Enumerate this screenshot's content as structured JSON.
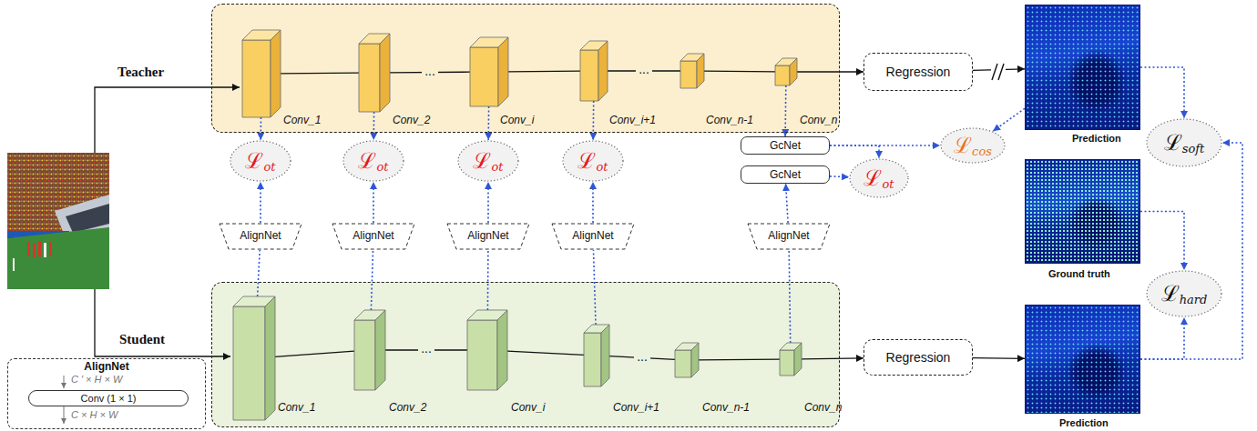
{
  "diagram": {
    "nodes": [
      {
        "text": [
          "Teacher"
        ]
      },
      {
        "text": [
          "Conv_1"
        ],
        "in": 0
      },
      {
        "text": [
          "Conv_2"
        ],
        "in": 0
      },
      {
        "text": [
          "Conv_i"
        ],
        "in": 0
      },
      {
        "text": [
          "Conv_i+1"
        ],
        "in": 0
      },
      {
        "text": [
          "Conv_n-1"
        ],
        "in": 0
      },
      {
        "text": [
          "Conv_n"
        ],
        "in": 0
      },
      {
        "text": [
          "Regression"
        ]
      },
      {
        "text": [
          "Prediction"
        ]
      },
      {
        "text": [
          "ℒ",
          "ot"
        ]
      },
      {
        "text": [
          "ℒ",
          "ot"
        ]
      },
      {
        "text": [
          "ℒ",
          "ot"
        ]
      },
      {
        "text": [
          "ℒ",
          "ot"
        ]
      },
      {
        "text": [
          "GcNet"
        ]
      },
      {
        "text": [
          "GcNet"
        ]
      },
      {
        "text": [
          "ℒ",
          "ot"
        ]
      },
      {
        "text": [
          "ℒ",
          "cos"
        ]
      },
      {
        "text": [
          "ℒ",
          "soft"
        ]
      },
      {
        "text": [
          "Ground truth"
        ]
      },
      {
        "text": [
          "ℒ",
          "hard"
        ]
      },
      {
        "text": [
          "AlignNet"
        ]
      },
      {
        "text": [
          "AlignNet"
        ]
      },
      {
        "text": [
          "AlignNet"
        ]
      },
      {
        "text": [
          "AlignNet"
        ]
      },
      {
        "text": [
          "AlignNet"
        ]
      },
      {
        "text": [
          "Student"
        ]
      },
      {
        "text": [
          "Conv_1"
        ],
        "in": 25
      },
      {
        "text": [
          "Conv_2"
        ],
        "in": 25
      },
      {
        "text": [
          "Conv_i"
        ],
        "in": 25
      },
      {
        "text": [
          "Conv_i+1"
        ],
        "in": 25
      },
      {
        "text": [
          "Conv_n-1"
        ],
        "in": 25
      },
      {
        "text": [
          "Conv_n"
        ],
        "in": 25
      },
      {
        "text": [
          "Regression"
        ]
      },
      {
        "text": [
          "Prediction"
        ]
      },
      {
        "text": [
          "AlignNet"
        ]
      },
      {
        "text": [
          "Conv (1 × 1)"
        ],
        "in": 34
      }
    ],
    "edges": [
      {
        "from": 1,
        "to": 2,
        "arrow": "none"
      },
      {
        "from": 2,
        "to": 3,
        "arrow": "none",
        "label": "..."
      },
      {
        "from": 3,
        "to": 4,
        "arrow": "none"
      },
      {
        "from": 4,
        "to": 5,
        "arrow": "none",
        "label": "..."
      },
      {
        "from": 5,
        "to": 6,
        "arrow": "none"
      },
      {
        "from": 6,
        "to": 7,
        "arrow": "to"
      },
      {
        "from": 7,
        "to": 8,
        "arrow": "to"
      },
      {
        "from": 26,
        "to": 27,
        "arrow": "none"
      },
      {
        "from": 27,
        "to": 28,
        "arrow": "none",
        "label": "..."
      },
      {
        "from": 28,
        "to": 29,
        "arrow": "none"
      },
      {
        "from": 29,
        "to": 30,
        "arrow": "none",
        "label": "..."
      },
      {
        "from": 30,
        "to": 31,
        "arrow": "none"
      },
      {
        "from": 31,
        "to": 32,
        "arrow": "to"
      },
      {
        "from": 32,
        "to": 33,
        "arrow": "to"
      },
      {
        "from": 1,
        "to": 9,
        "arrow": "to"
      },
      {
        "from": 20,
        "to": 9,
        "arrow": "to"
      },
      {
        "from": 26,
        "to": 20,
        "arrow": "none"
      },
      {
        "from": 2,
        "to": 10,
        "arrow": "to"
      },
      {
        "from": 21,
        "to": 10,
        "arrow": "to"
      },
      {
        "from": 27,
        "to": 21,
        "arrow": "none"
      },
      {
        "from": 3,
        "to": 11,
        "arrow": "to"
      },
      {
        "from": 22,
        "to": 11,
        "arrow": "to"
      },
      {
        "from": 28,
        "to": 22,
        "arrow": "none"
      },
      {
        "from": 4,
        "to": 12,
        "arrow": "to"
      },
      {
        "from": 23,
        "to": 12,
        "arrow": "to"
      },
      {
        "from": 29,
        "to": 23,
        "arrow": "none"
      },
      {
        "from": 6,
        "to": 13,
        "arrow": "to"
      },
      {
        "from": 31,
        "to": 24,
        "arrow": "none"
      },
      {
        "from": 24,
        "to": 14,
        "arrow": "to"
      },
      {
        "from": 13,
        "to": 16,
        "arrow": "to"
      },
      {
        "from": 13,
        "to": 15,
        "arrow": "to"
      },
      {
        "from": 14,
        "to": 15,
        "arrow": "to"
      },
      {
        "from": 8,
        "to": 16,
        "arrow": "to"
      },
      {
        "from": 8,
        "to": 17,
        "arrow": "to"
      },
      {
        "from": 33,
        "to": 17,
        "arrow": "to"
      },
      {
        "from": 18,
        "to": 19,
        "arrow": "to"
      },
      {
        "from": 33,
        "to": 19,
        "arrow": "to"
      }
    ],
    "labels": [
      "C ′ × H × W",
      "C × H × W"
    ]
  }
}
